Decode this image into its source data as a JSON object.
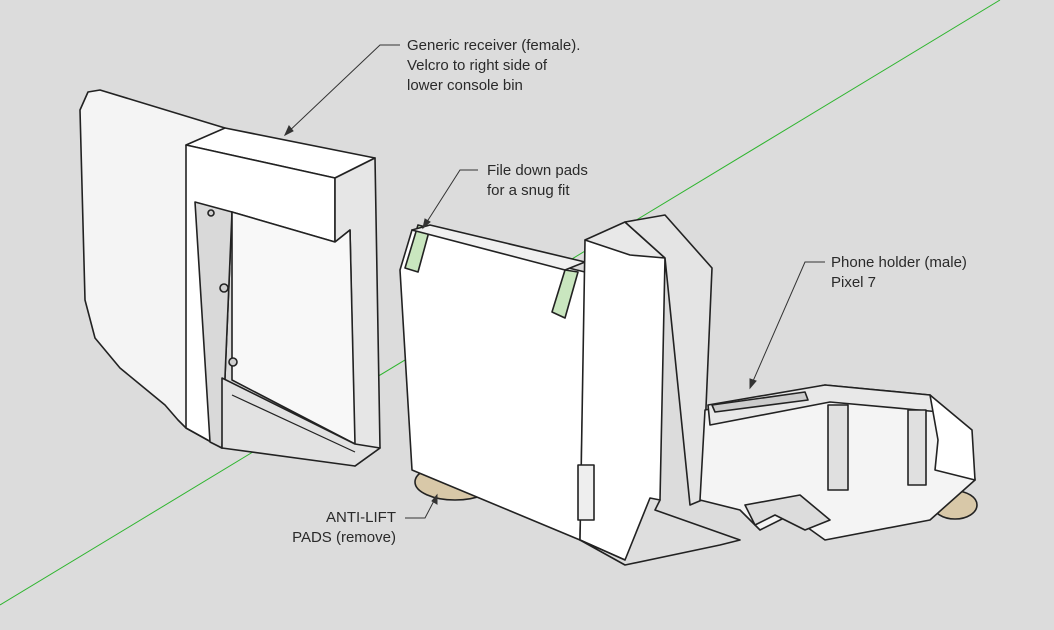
{
  "callouts": {
    "receiver": {
      "lines": [
        "Generic receiver (female).",
        "Velcro to right side of",
        "lower console bin"
      ]
    },
    "file_pads": {
      "lines": [
        "File down pads",
        "for a snug fit"
      ]
    },
    "phone_holder": {
      "lines": [
        "Phone holder (male)",
        "Pixel 7"
      ]
    },
    "anti_lift": {
      "lines": [
        "ANTI-LIFT",
        "PADS (remove)"
      ]
    }
  },
  "colors": {
    "background": "#dcdcdc",
    "face_light": "#ffffff",
    "face_mid": "#f2f2f2",
    "face_shade": "#d8d8d8",
    "edge": "#222222",
    "axis_green": "#2fb52f",
    "pad_tan": "#d8c8a8",
    "pad_green": "#c9e6bf"
  }
}
